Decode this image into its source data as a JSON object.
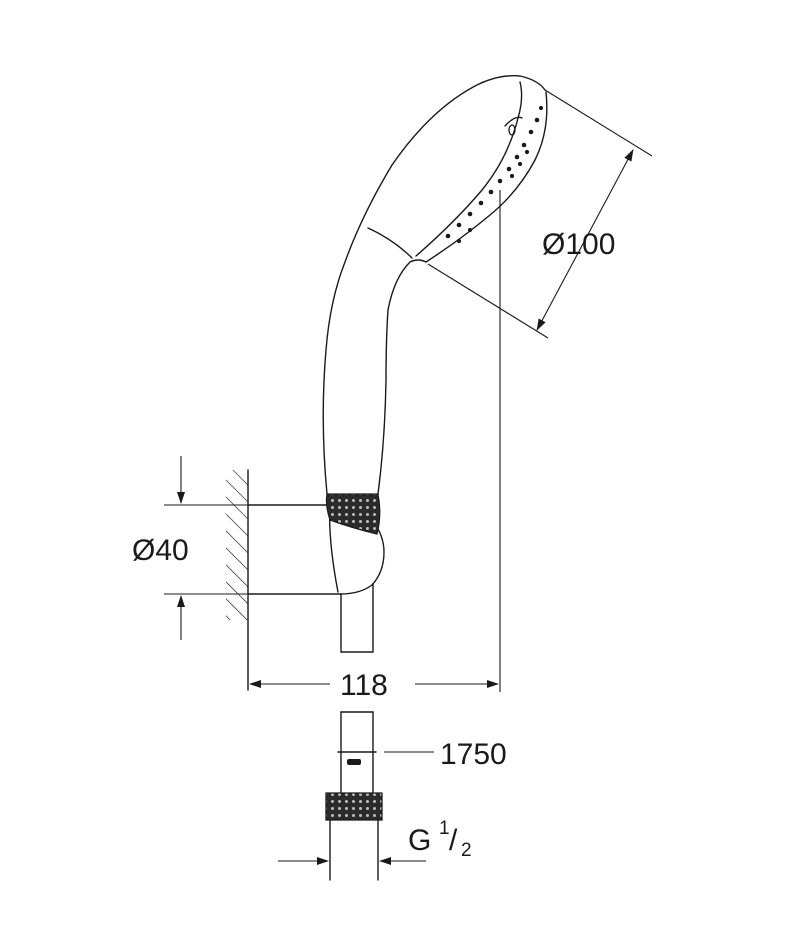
{
  "dimensions": {
    "head_diameter": "Ø100",
    "holder_diameter": "Ø40",
    "projection": "118",
    "hose_length": "1750",
    "thread_prefix": "G",
    "thread_num": "1",
    "thread_slash": "/",
    "thread_den": "2"
  }
}
